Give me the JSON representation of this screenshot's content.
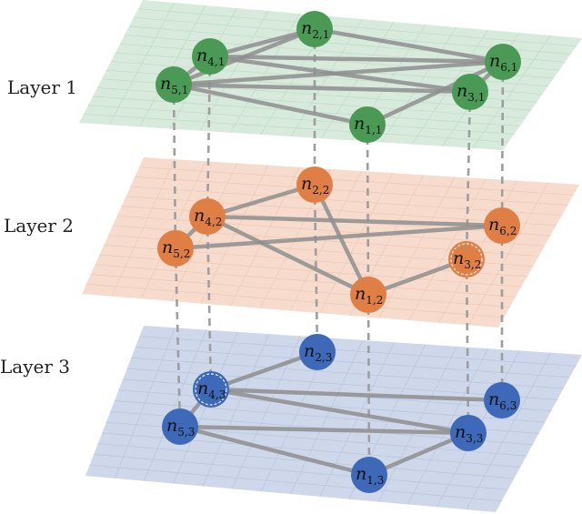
{
  "colors": {
    "layer_fills": [
      "#d8eadc",
      "#f7dccd",
      "#cfd8ea"
    ],
    "grid_lines": [
      "#c2dcc8",
      "#eccab7",
      "#b9c6dd"
    ],
    "node_fills": [
      "#4a9a55",
      "#e07f45",
      "#3d69b8"
    ],
    "edge": "#8f8f8f",
    "interlayer": "#9e9e9e"
  },
  "diagram": {
    "layers": [
      {
        "label": "Layer 1",
        "nodes": [
          {
            "id": "n1",
            "sub": "1,1"
          },
          {
            "id": "n2",
            "sub": "2,1"
          },
          {
            "id": "n3",
            "sub": "3,1"
          },
          {
            "id": "n4",
            "sub": "4,1"
          },
          {
            "id": "n5",
            "sub": "5,1"
          },
          {
            "id": "n6",
            "sub": "6,1"
          }
        ],
        "edges": [
          [
            "n4",
            "n2"
          ],
          [
            "n4",
            "n5"
          ],
          [
            "n4",
            "n6"
          ],
          [
            "n4",
            "n3"
          ],
          [
            "n2",
            "n5"
          ],
          [
            "n2",
            "n6"
          ],
          [
            "n5",
            "n6"
          ],
          [
            "n5",
            "n3"
          ],
          [
            "n5",
            "n1"
          ],
          [
            "n6",
            "n3"
          ],
          [
            "n1",
            "n6"
          ]
        ]
      },
      {
        "label": "Layer 2",
        "nodes": [
          {
            "id": "n1",
            "sub": "1,2"
          },
          {
            "id": "n2",
            "sub": "2,2"
          },
          {
            "id": "n3",
            "sub": "3,2"
          },
          {
            "id": "n4",
            "sub": "4,2"
          },
          {
            "id": "n5",
            "sub": "5,2"
          },
          {
            "id": "n6",
            "sub": "6,2"
          }
        ],
        "edges": [
          [
            "n4",
            "n2"
          ],
          [
            "n4",
            "n5"
          ],
          [
            "n4",
            "n6"
          ],
          [
            "n4",
            "n1"
          ],
          [
            "n5",
            "n6"
          ],
          [
            "n2",
            "n1"
          ],
          [
            "n1",
            "n3"
          ]
        ]
      },
      {
        "label": "Layer 3",
        "nodes": [
          {
            "id": "n1",
            "sub": "1,3"
          },
          {
            "id": "n2",
            "sub": "2,3"
          },
          {
            "id": "n3",
            "sub": "3,3"
          },
          {
            "id": "n4",
            "sub": "4,3"
          },
          {
            "id": "n5",
            "sub": "5,3"
          },
          {
            "id": "n6",
            "sub": "6,3"
          }
        ],
        "edges": [
          [
            "n2",
            "n4"
          ],
          [
            "n4",
            "n6"
          ],
          [
            "n4",
            "n3"
          ],
          [
            "n4",
            "n5"
          ],
          [
            "n5",
            "n3"
          ],
          [
            "n5",
            "n1"
          ],
          [
            "n1",
            "n3"
          ]
        ]
      }
    ],
    "interlayer_links": [
      "n1",
      "n2",
      "n3",
      "n4",
      "n5",
      "n6"
    ]
  }
}
